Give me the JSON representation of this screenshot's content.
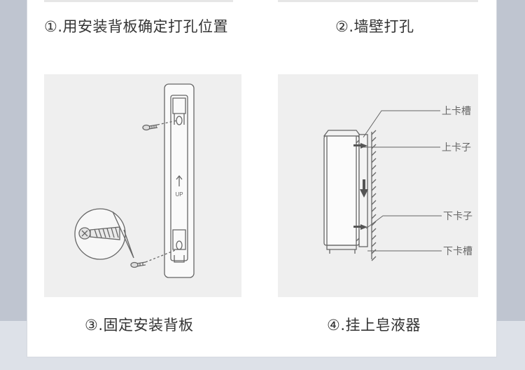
{
  "steps": [
    {
      "title": "①.用安装背板确定打孔位置"
    },
    {
      "title": "②.墙壁打孔"
    },
    {
      "title": "③.固定安装背板"
    },
    {
      "title": "④.挂上皂液器"
    }
  ],
  "plate_figure": {
    "arrow_label": "UP"
  },
  "mount_figure": {
    "labels": {
      "upper_slot": "上卡槽",
      "upper_clip": "上卡子",
      "lower_clip": "下卡子",
      "lower_slot": "下卡槽"
    }
  },
  "colors": {
    "panel_bg": "#efefef",
    "line": "#666666",
    "text": "#333333"
  }
}
